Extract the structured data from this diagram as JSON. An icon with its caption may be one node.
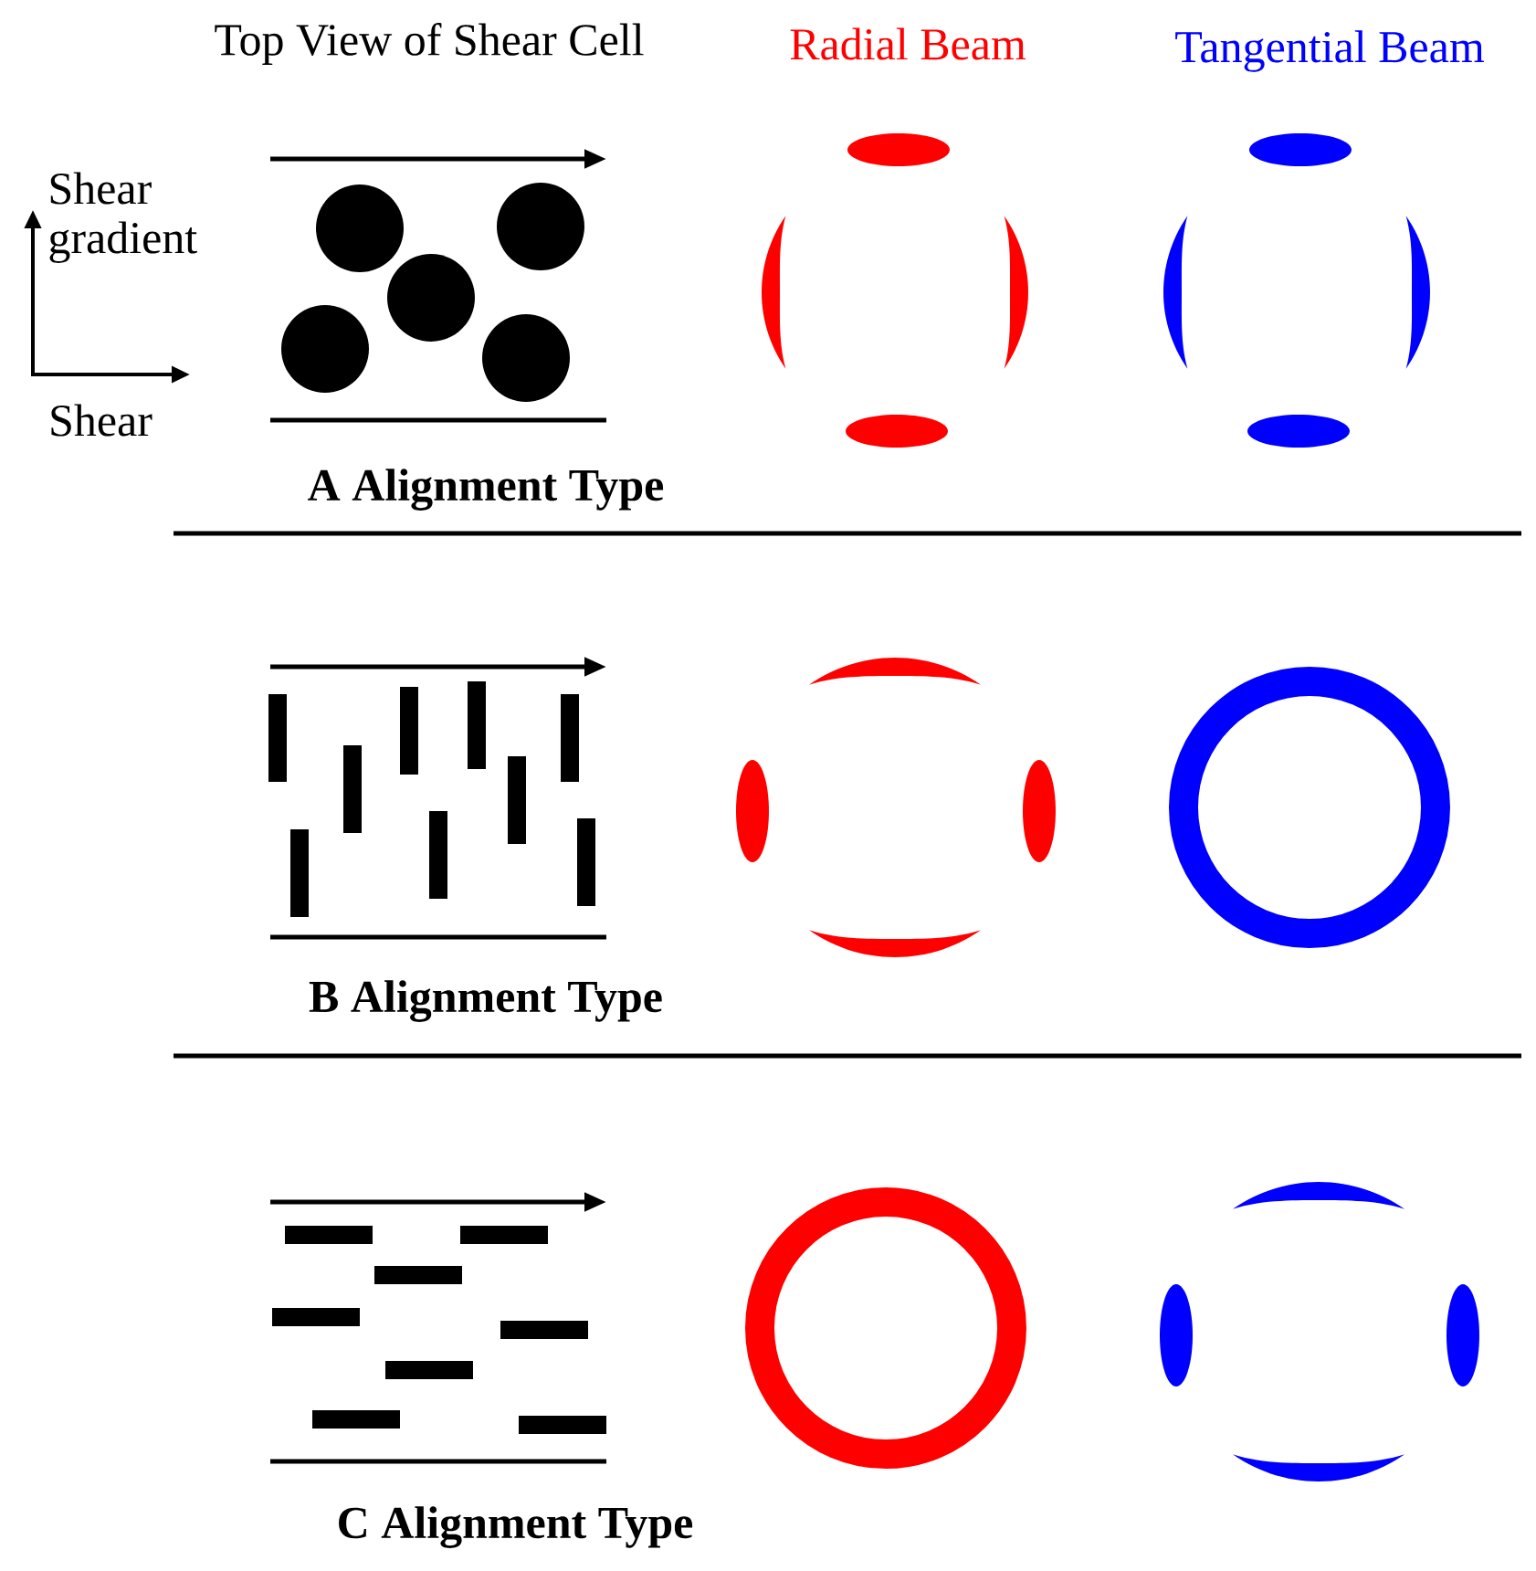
{
  "diagram": {
    "labels": [
      "Top View of Shear Cell",
      "Radial Beam",
      "Tangential Beam",
      "Shear gradient",
      "Shear",
      "A Alignment Type",
      "B Alignment Type",
      "C Alignment Type"
    ]
  }
}
